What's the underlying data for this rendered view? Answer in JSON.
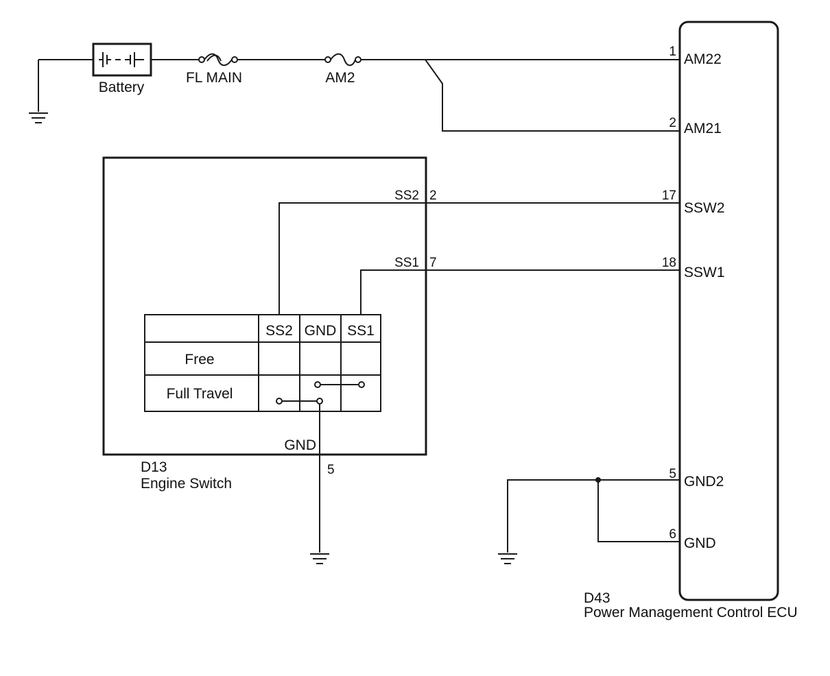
{
  "battery": {
    "label": "Battery"
  },
  "fuses": [
    {
      "label": "FL MAIN"
    },
    {
      "label": "AM2"
    }
  ],
  "engine_switch": {
    "code": "D13",
    "name": "Engine Switch",
    "table": {
      "columns": [
        "SS2",
        "GND",
        "SS1"
      ],
      "rows": [
        "Free",
        "Full Travel"
      ]
    },
    "terminals": [
      {
        "name": "SS2",
        "pin": "2"
      },
      {
        "name": "SS1",
        "pin": "7"
      },
      {
        "name": "GND",
        "pin": "5"
      }
    ]
  },
  "ecu": {
    "code": "D43",
    "name": "Power Management Control ECU",
    "terminals": [
      {
        "pin": "1",
        "name": "AM22"
      },
      {
        "pin": "2",
        "name": "AM21"
      },
      {
        "pin": "17",
        "name": "SSW2"
      },
      {
        "pin": "18",
        "name": "SSW1"
      },
      {
        "pin": "5",
        "name": "GND2"
      },
      {
        "pin": "6",
        "name": "GND"
      }
    ]
  }
}
